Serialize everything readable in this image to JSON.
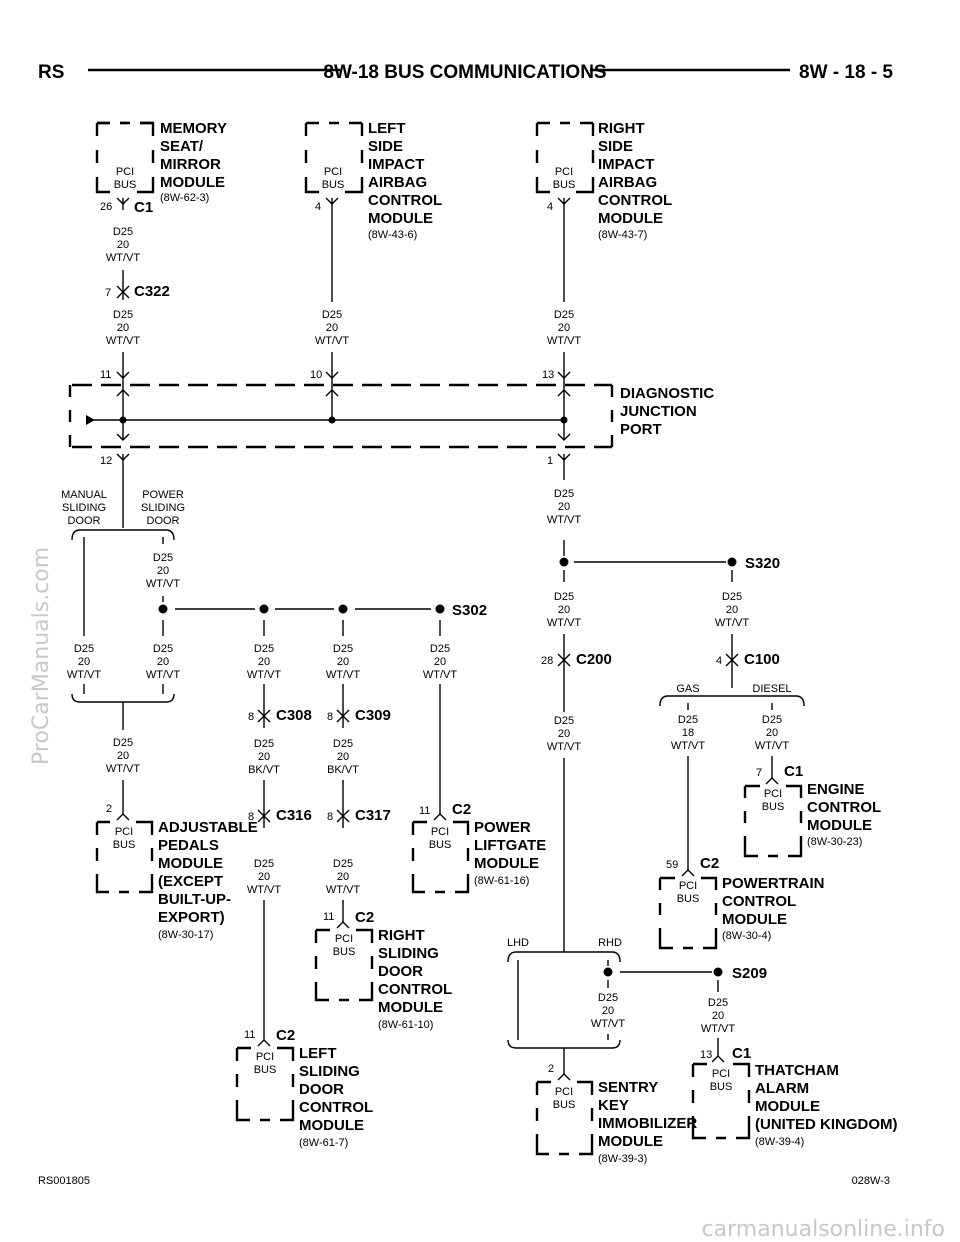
{
  "header": {
    "left": "RS",
    "center": "8W-18 BUS COMMUNICATIONS",
    "right": "8W - 18 - 5"
  },
  "footer": {
    "left": "RS001805",
    "right": "028W-3"
  },
  "watermark": {
    "left": "ProCarManuals.com",
    "bottom": "carmanualsonline.info"
  },
  "common": {
    "pci_bus": [
      "PCI",
      "BUS"
    ]
  },
  "modules": [
    {
      "id": "memory",
      "lines": [
        "MEMORY",
        "SEAT/",
        "MIRROR",
        "MODULE"
      ],
      "ref": "(8W-62-3)"
    },
    {
      "id": "left_airbag",
      "lines": [
        "LEFT",
        "SIDE",
        "IMPACT",
        "AIRBAG",
        "CONTROL",
        "MODULE"
      ],
      "ref": "(8W-43-6)"
    },
    {
      "id": "right_airbag",
      "lines": [
        "RIGHT",
        "SIDE",
        "IMPACT",
        "AIRBAG",
        "CONTROL",
        "MODULE"
      ],
      "ref": "(8W-43-7)"
    },
    {
      "id": "djp",
      "lines": [
        "DIAGNOSTIC",
        "JUNCTION",
        "PORT"
      ],
      "ref": ""
    },
    {
      "id": "pedals",
      "lines": [
        "ADJUSTABLE",
        "PEDALS",
        "MODULE",
        "(EXCEPT",
        "BUILT-UP-",
        "EXPORT)"
      ],
      "ref": "(8W-30-17)"
    },
    {
      "id": "liftgate",
      "lines": [
        "POWER",
        "LIFTGATE",
        "MODULE"
      ],
      "ref": "(8W-61-16)"
    },
    {
      "id": "right_door",
      "lines": [
        "RIGHT",
        "SLIDING",
        "DOOR",
        "CONTROL",
        "MODULE"
      ],
      "ref": "(8W-61-10)"
    },
    {
      "id": "left_door",
      "lines": [
        "LEFT",
        "SLIDING",
        "DOOR",
        "CONTROL",
        "MODULE"
      ],
      "ref": "(8W-61-7)"
    },
    {
      "id": "engine",
      "lines": [
        "ENGINE",
        "CONTROL",
        "MODULE"
      ],
      "ref": "(8W-30-23)"
    },
    {
      "id": "powertrain",
      "lines": [
        "POWERTRAIN",
        "CONTROL",
        "MODULE"
      ],
      "ref": "(8W-30-4)"
    },
    {
      "id": "skim",
      "lines": [
        "SENTRY",
        "KEY",
        "IMMOBILIZER",
        "MODULE"
      ],
      "ref": "(8W-39-3)"
    },
    {
      "id": "thatcham",
      "lines": [
        "THATCHAM",
        "ALARM",
        "MODULE",
        "(UNITED KINGDOM)"
      ],
      "ref": "(8W-39-4)"
    }
  ],
  "connectors": {
    "c1_memory": "C1",
    "c322": "C322",
    "c308": "C308",
    "c309": "C309",
    "c316": "C316",
    "c317": "C317",
    "c2_liftgate": "C2",
    "c2_rdoor": "C2",
    "c2_ldoor": "C2",
    "c200": "C200",
    "c100": "C100",
    "c1_engine": "C1",
    "c2_pcm": "C2",
    "c1_thatcham": "C1"
  },
  "splices": {
    "s302": "S302",
    "s320": "S320",
    "s209": "S209"
  },
  "pins": {
    "p26": "26",
    "p7a": "7",
    "p4a": "4",
    "p4b": "4",
    "p11": "11",
    "p10": "10",
    "p13": "13",
    "p12": "12",
    "p1": "1",
    "p2a": "2",
    "p8a": "8",
    "p8b": "8",
    "p8c": "8",
    "p8d": "8",
    "p11b": "11",
    "p11c": "11",
    "p11d": "11",
    "p28": "28",
    "p4c": "4",
    "p7b": "7",
    "p59": "59",
    "p2b": "2",
    "p13b": "13"
  },
  "wire_std": [
    "D25",
    "20",
    "WT/VT"
  ],
  "wire_bk": [
    "D25",
    "20",
    "BK/VT"
  ],
  "wire_18": [
    "D25",
    "18",
    "WT/VT"
  ],
  "options": {
    "manual": [
      "MANUAL",
      "SLIDING",
      "DOOR"
    ],
    "power": [
      "POWER",
      "SLIDING",
      "DOOR"
    ],
    "gas": "GAS",
    "diesel": "DIESEL",
    "lhd": "LHD",
    "rhd": "RHD"
  }
}
